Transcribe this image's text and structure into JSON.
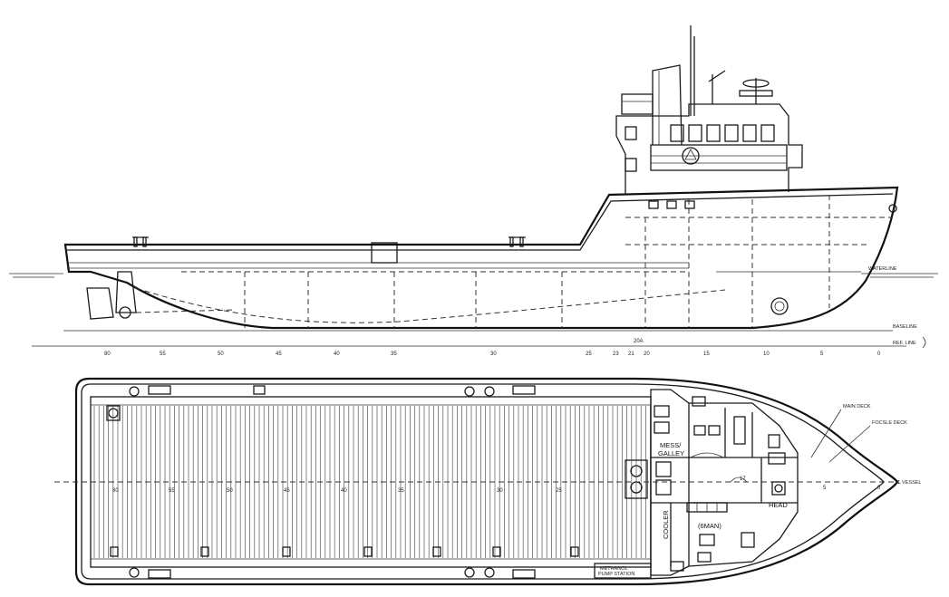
{
  "profile": {
    "labels": {
      "waterline": "WATERLINE",
      "baseline": "BASELINE",
      "ref_line": "REF. LINE"
    },
    "frames": [
      "80",
      "55",
      "50",
      "45",
      "40",
      "35",
      "30",
      "25",
      "23",
      "21",
      "20",
      "15",
      "10",
      "5",
      "0"
    ],
    "frame_20a": "20A"
  },
  "plan": {
    "labels": {
      "main_deck": "MAIN DECK",
      "focsle_deck": "FOCSLE DECK",
      "cl_vessel": "℄ VESSEL",
      "mess_galley_1": "MESS/",
      "mess_galley_2": "GALLEY",
      "cooler": "COOLER",
      "head": "HEAD",
      "six_man": "(6MAN)",
      "methanol_1": "METHANOL",
      "methanol_2": "PUMP STATION"
    },
    "frames": [
      "80",
      "55",
      "50",
      "45",
      "40",
      "35",
      "30",
      "25",
      "17",
      "5",
      "0"
    ]
  }
}
